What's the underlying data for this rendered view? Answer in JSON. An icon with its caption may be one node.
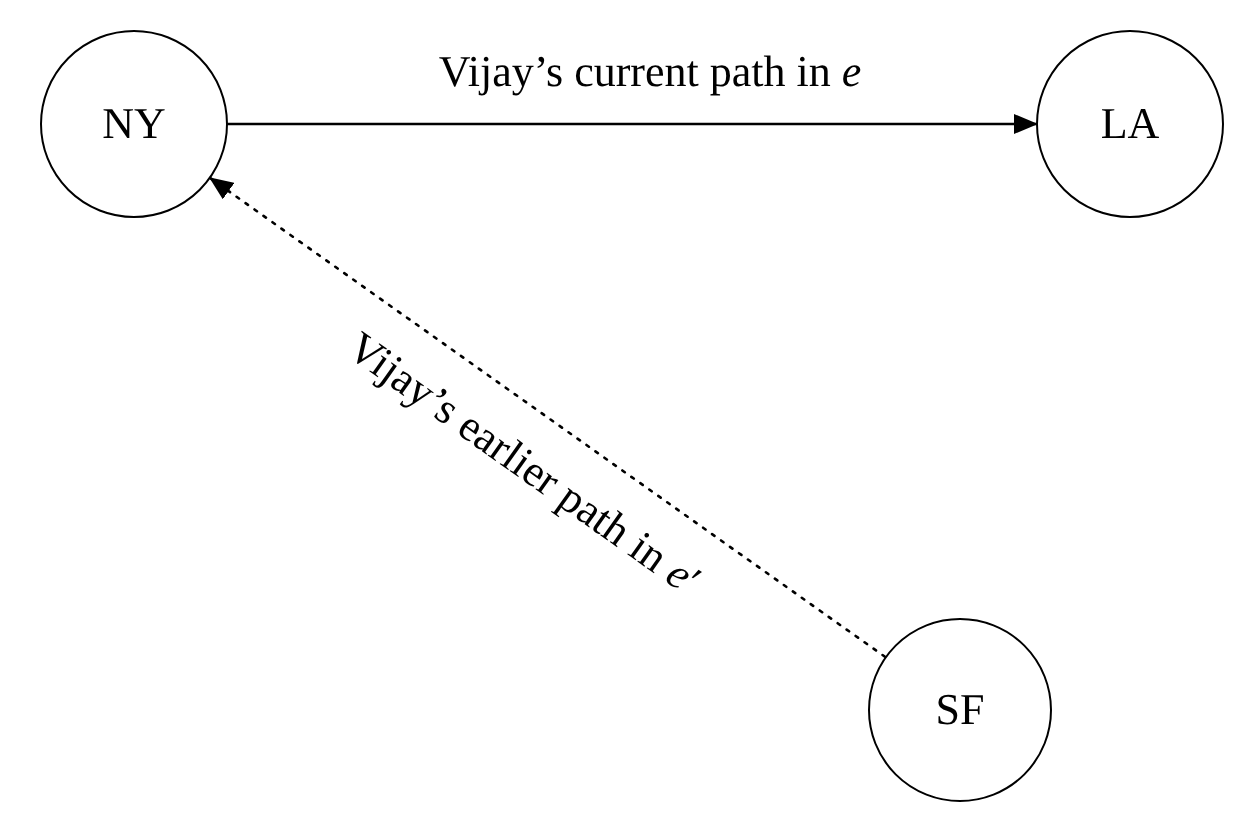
{
  "diagram": {
    "nodes": [
      {
        "text": [
          "NY"
        ]
      },
      {
        "text": [
          "LA"
        ]
      },
      {
        "text": [
          "SF"
        ]
      }
    ],
    "edges": [
      {
        "from": 0,
        "to": 1,
        "arrow": "to",
        "label": "Vijay’s current path in *e*"
      },
      {
        "from": 2,
        "to": 0,
        "arrow": "to",
        "label": "Vijay’s earlier path in *e*′",
        "style": "dashed"
      }
    ]
  }
}
